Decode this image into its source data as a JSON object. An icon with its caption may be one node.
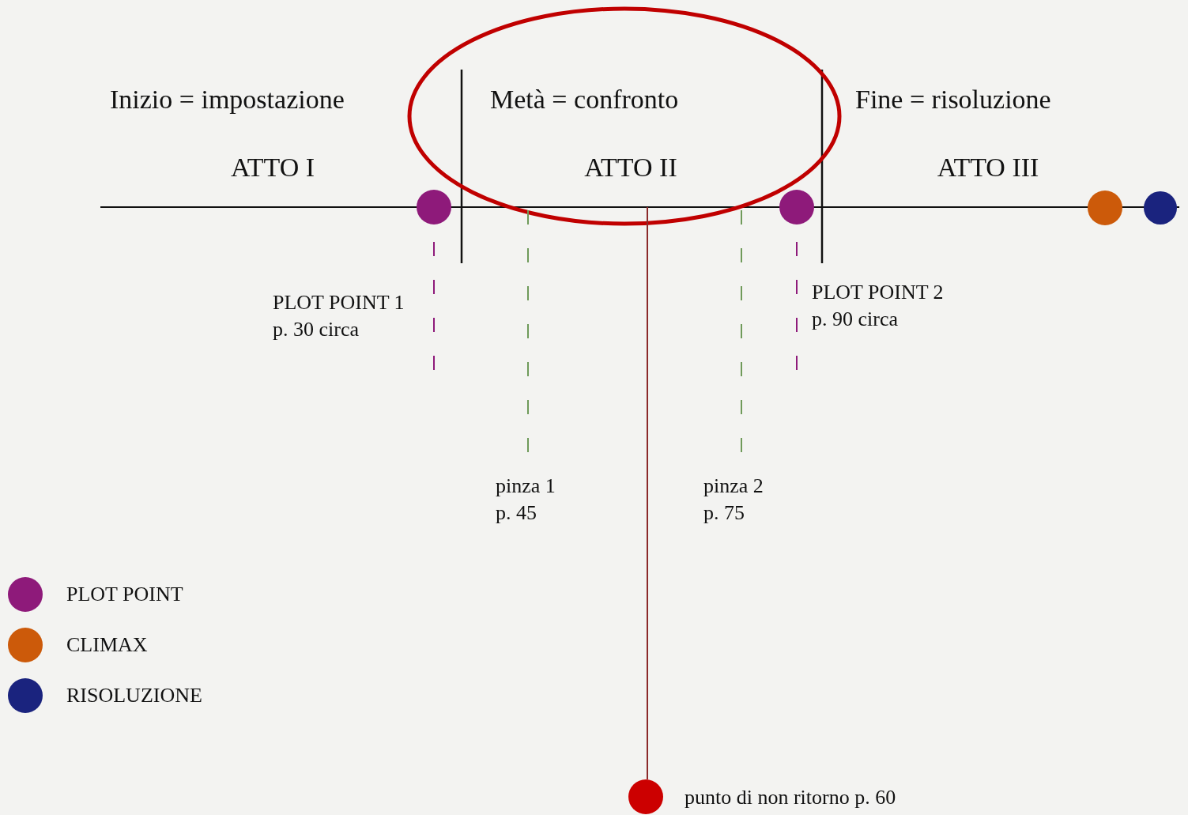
{
  "diagram": {
    "nodes": [
      {
        "text": [],
        "shape": "circle"
      },
      {
        "text": [],
        "shape": "circle"
      },
      {
        "text": [],
        "shape": "circle"
      },
      {
        "text": [],
        "shape": "circle"
      },
      {
        "text": [
          "PLOT POINT 1",
          "p. 30 circa"
        ]
      },
      {
        "text": [
          "PLOT POINT 2",
          "p. 90 circa"
        ]
      },
      {
        "text": [
          "pinza 1",
          "p. 45"
        ]
      },
      {
        "text": [
          "pinza 2",
          "p. 75"
        ]
      },
      {
        "text": [],
        "shape": "circle",
        "beside": [
          "punto di non ritorno p. 60"
        ]
      }
    ],
    "edges": [
      {
        "from": 0,
        "to": 4,
        "arrow": "none",
        "style": "dashed",
        "color": "#8e1a7a"
      },
      {
        "from": 1,
        "to": 5,
        "arrow": "none",
        "style": "dashed",
        "color": "#8e1a7a"
      },
      {
        "from": null,
        "to": 6,
        "arrow": "none",
        "style": "dashed",
        "color": "#6f9a5a"
      },
      {
        "from": null,
        "to": 7,
        "arrow": "none",
        "style": "dashed",
        "color": "#6f9a5a"
      },
      {
        "from": null,
        "to": 8,
        "arrow": "none",
        "color": "#8b2a2a"
      }
    ],
    "labels": [
      "Inizio = impostazione",
      "Metà = confronto",
      "Fine = risoluzione",
      "ATTO I",
      "ATTO II",
      "ATTO III"
    ],
    "legend": [
      {
        "text": "PLOT POINT",
        "color": "#8e1a7a"
      },
      {
        "text": "CLIMAX",
        "color": "#cc5a0a"
      },
      {
        "text": "RISOLUZIONE",
        "color": "#1a237e"
      }
    ]
  }
}
